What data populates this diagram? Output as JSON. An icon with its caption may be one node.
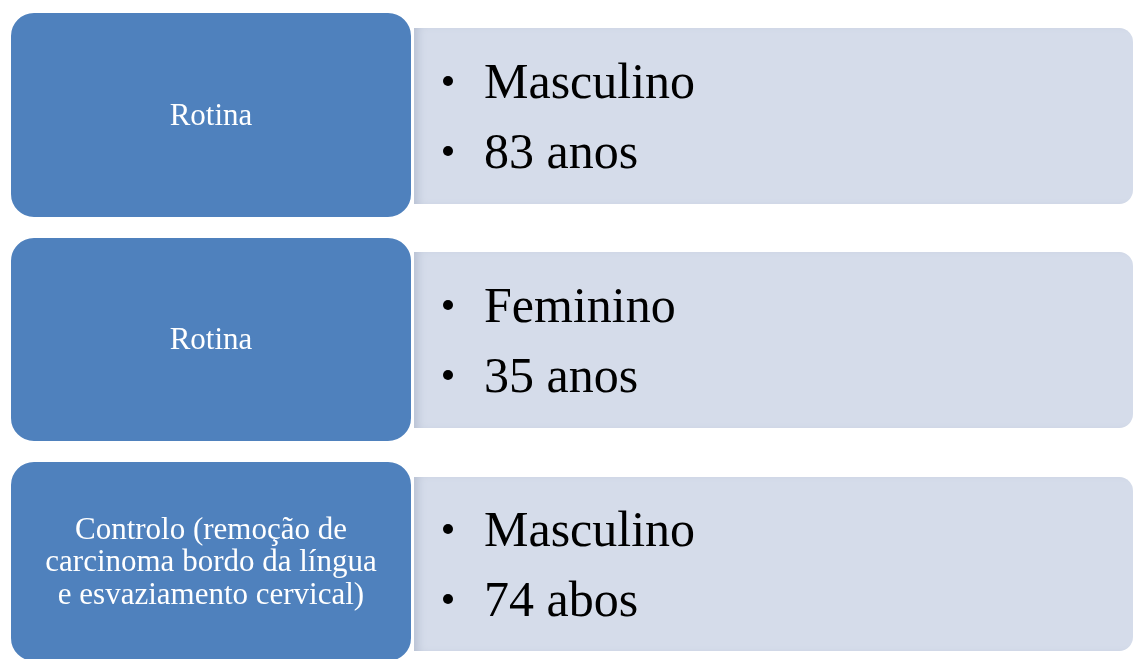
{
  "diagram": {
    "nodes": [
      {
        "text": [
          "Rotina"
        ]
      },
      {
        "text": [
          "Masculino",
          "83 anos"
        ]
      },
      {
        "text": [
          "Rotina"
        ]
      },
      {
        "text": [
          "Feminino",
          "35 anos"
        ]
      },
      {
        "text": [
          "Controlo (remoção de carcinoma bordo da língua e esvaziamento cervical)"
        ]
      },
      {
        "text": [
          "Masculino",
          "74 abos"
        ]
      }
    ]
  }
}
